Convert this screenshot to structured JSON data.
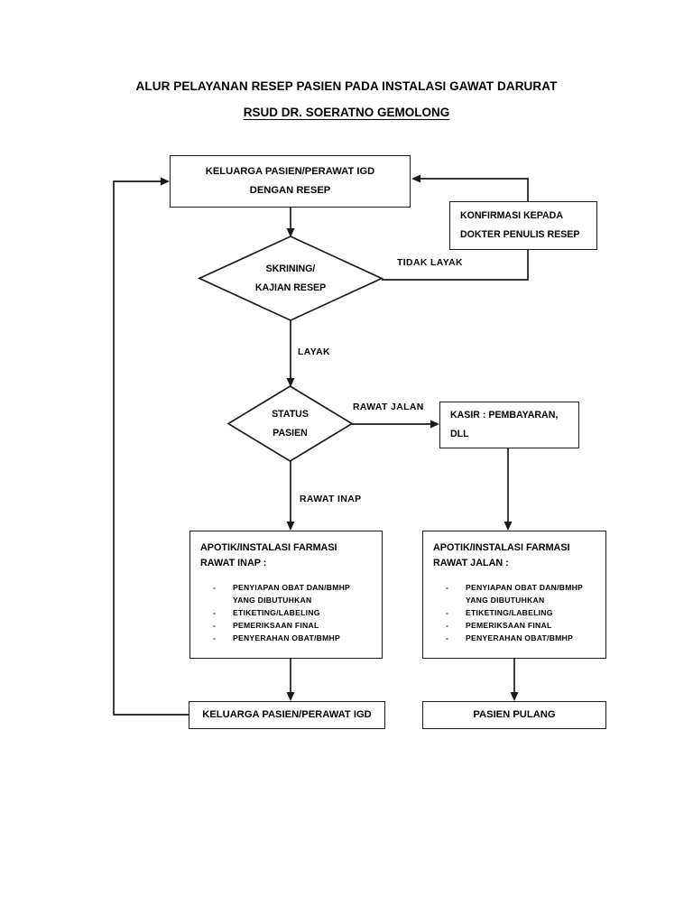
{
  "title": {
    "line1": "ALUR PELAYANAN RESEP PASIEN PADA INSTALASI GAWAT DARURAT",
    "line2": "RSUD DR. SOERATNO GEMOLONG"
  },
  "colors": {
    "stroke": "#1a1a1a",
    "background": "#ffffff",
    "text": "#000000"
  },
  "nodes": {
    "start": {
      "type": "process",
      "line1": "KELUARGA PASIEN/PERAWAT IGD",
      "line2": "DENGAN RESEP"
    },
    "konfirmasi": {
      "type": "process",
      "line1": "KONFIRMASI KEPADA",
      "line2": "DOKTER PENULIS RESEP"
    },
    "skrining": {
      "type": "decision",
      "line1": "SKRINING/",
      "line2": "KAJIAN RESEP"
    },
    "status": {
      "type": "decision",
      "line1": "STATUS",
      "line2": "PASIEN"
    },
    "kasir": {
      "type": "process",
      "line1": "KASIR : PEMBAYARAN,",
      "line2": "DLL"
    },
    "farmasi_inap": {
      "type": "process",
      "head1": "APOTIK/INSTALASI FARMASI",
      "head2": "RAWAT INAP :",
      "bullets": [
        {
          "text": "PENYIAPAN  OBAT DAN/BMHP",
          "cont": "YANG DIBUTUHKAN"
        },
        {
          "text": "ETIKETING/LABELING",
          "cont": ""
        },
        {
          "text": "PEMERIKSAAN FINAL",
          "cont": ""
        },
        {
          "text": "PENYERAHAN  OBAT/BMHP",
          "cont": ""
        }
      ]
    },
    "farmasi_jalan": {
      "type": "process",
      "head1": "APOTIK/INSTALASI FARMASI",
      "head2": "RAWAT  JALAN  :",
      "bullets": [
        {
          "text": "PENYIAPAN  OBAT DAN/BMHP",
          "cont": "YANG DIBUTUHKAN"
        },
        {
          "text": "ETIKETING/LABELING",
          "cont": ""
        },
        {
          "text": "PEMERIKSAAN FINAL",
          "cont": ""
        },
        {
          "text": "PENYERAHAN  OBAT/BMHP",
          "cont": ""
        }
      ]
    },
    "end_igd": {
      "type": "terminator",
      "line1": "KELUARGA PASIEN/PERAWAT IGD"
    },
    "end_pulang": {
      "type": "terminator",
      "line1": "PASIEN PULANG"
    }
  },
  "edge_labels": {
    "tidak_layak": "TIDAK  LAYAK",
    "layak": "LAYAK",
    "rawat_jalan": "RAWAT  JALAN",
    "rawat_inap": "RAWAT  INAP"
  },
  "bullet_marker": "-"
}
